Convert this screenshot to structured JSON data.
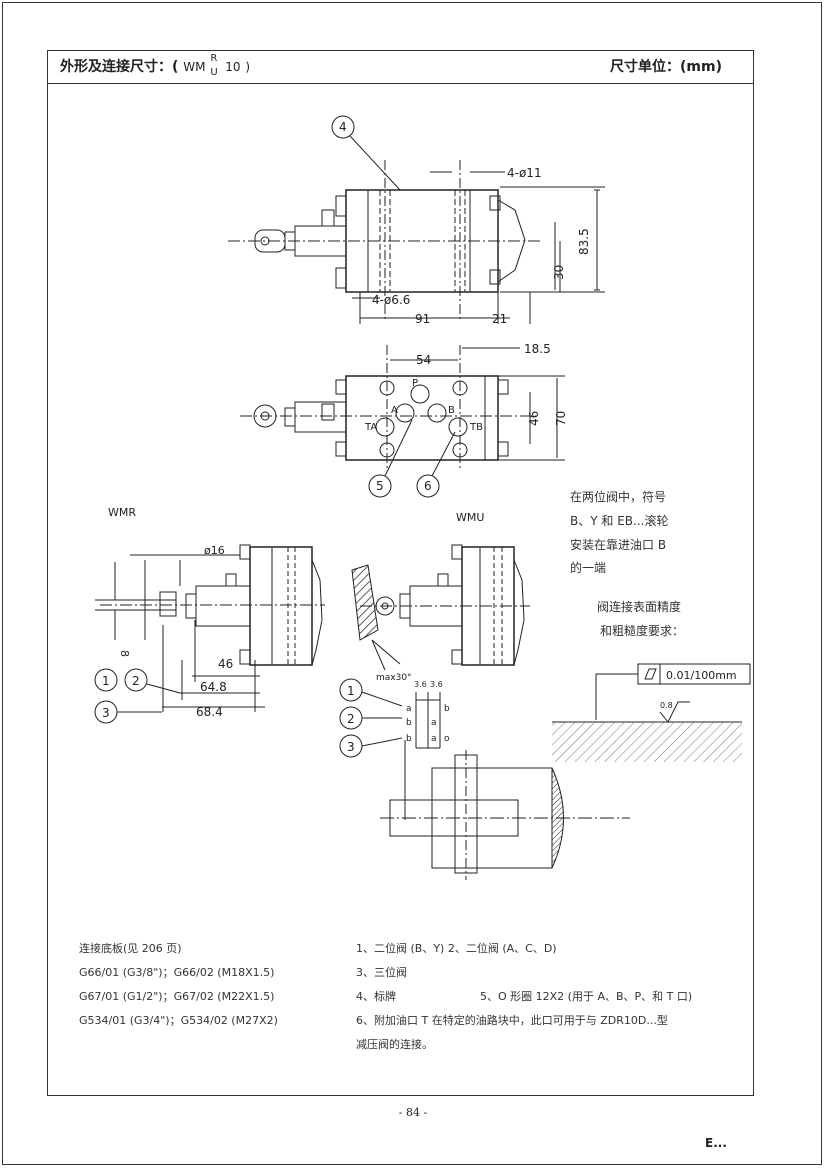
{
  "header": {
    "title": "外形及连接尺寸：(",
    "model_prefix": "WM",
    "model_sup": "R",
    "model_sub": "U",
    "model_num": "10",
    "model_close": ")",
    "unit": "尺寸单位：(mm)"
  },
  "drawing_labels": {
    "balloon_4": "4",
    "balloon_5": "5",
    "balloon_6": "6",
    "dim_4_11": "4-ø11",
    "dim_4_66": "4-ø6.6",
    "dim_835": "83.5",
    "dim_30": "30",
    "dim_91": "91",
    "dim_21": "21",
    "dim_54": "54",
    "dim_185": "18.5",
    "dim_46v": "46",
    "dim_70": "70",
    "port_p": "P",
    "port_a": "A",
    "port_b": "B",
    "port_ta": "TA",
    "port_tb": "TB",
    "wmr": "WMR",
    "wmu": "WMU",
    "dim_16": "ø16",
    "dim_8": "8",
    "dim_46": "46",
    "dim_648": "64.8",
    "dim_684": "68.4",
    "bal_1": "1",
    "bal_2": "2",
    "bal_3": "3",
    "max30": "max30°",
    "dim_36a": "3.6",
    "dim_36b": "3.6",
    "let_a1": "a",
    "let_b1": "b",
    "let_a2": "a",
    "let_a3": "a",
    "let_b3": "b",
    "let_o": "o",
    "let_b_l2": "b",
    "let_b_l3": "b",
    "note_1": "在两位阀中，符号",
    "note_2": "B、Y 和 EB...滚轮",
    "note_3": "安装在靠进油口 B",
    "note_4": "的一端",
    "surface_1": "阀连接表面精度",
    "surface_2": "和粗糙度要求：",
    "flatness": "0.01/100mm",
    "roughness": "0.8"
  },
  "footer_left": [
    "连接底板(见 206 页)",
    "G66/01 (G3/8\")；G66/02 (M18X1.5)",
    "G67/01 (G1/2\")；G67/02 (M22X1.5)",
    "G534/01 (G3/4\")；G534/02 (M27X2)"
  ],
  "footer_right": {
    "line1": "1、二位阀 (B、Y)   2、二位阀 (A、C、D)",
    "line2": "3、三位阀",
    "line3a": "4、标牌",
    "line3b": "5、O 形圈 12X2 (用于 A、B、P、和 T 口)",
    "line4": "6、附加油口 T    在特定的油路块中，此口可用于与 ZDR10D...型",
    "line5": "减压阀的连接。"
  },
  "page_number": "- 84 -",
  "logo": "E..."
}
